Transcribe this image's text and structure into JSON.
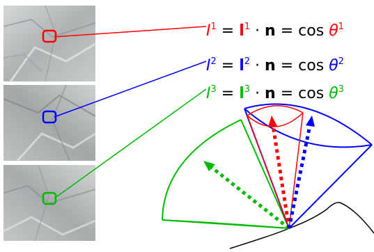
{
  "colors": {
    "red": "#ff0000",
    "blue": "#0000ff",
    "green": "#00bb00",
    "photo_bg": "#b9bcbd"
  },
  "equations": [
    {
      "I": "I",
      "sup": "1",
      "eq1": "=",
      "l": "l",
      "dot": "·",
      "n": "n",
      "eq2": "=",
      "cos": "cos",
      "theta": "θ"
    },
    {
      "I": "I",
      "sup": "2",
      "eq1": "=",
      "l": "l",
      "dot": "·",
      "n": "n",
      "eq2": "=",
      "cos": "cos",
      "theta": "θ"
    },
    {
      "I": "I",
      "sup": "3",
      "eq1": "=",
      "l": "l",
      "dot": "·",
      "n": "n",
      "eq2": "=",
      "cos": "cos",
      "theta": "θ"
    }
  ]
}
